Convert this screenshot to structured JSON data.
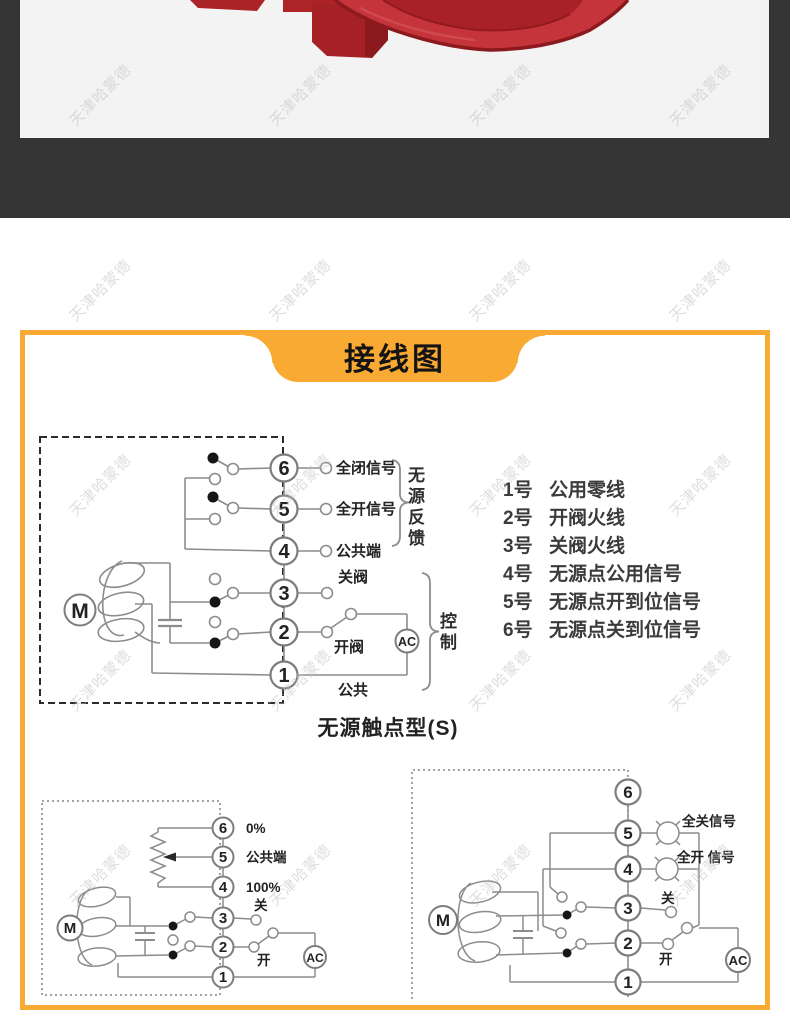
{
  "watermark": {
    "text": "天津哈蒙德"
  },
  "colors": {
    "accent_orange": "#F9AA33",
    "dark_band": "#353535",
    "valve_red": "#c0272d"
  },
  "banner": {
    "title": "接线图"
  },
  "legend": {
    "items": [
      {
        "num": "1号",
        "desc": "公用零线"
      },
      {
        "num": "2号",
        "desc": "开阀火线"
      },
      {
        "num": "3号",
        "desc": "关阀火线"
      },
      {
        "num": "4号",
        "desc": "无源点公用信号"
      },
      {
        "num": "5号",
        "desc": "无源点开到位信号"
      },
      {
        "num": "6号",
        "desc": "无源点关到位信号"
      }
    ]
  },
  "diagram1": {
    "caption": "无源触点型(S)",
    "motor": "M",
    "ac": "AC",
    "terminals": [
      "6",
      "5",
      "4",
      "3",
      "2",
      "1"
    ],
    "labels": {
      "t6": "全闭信号",
      "t5": "全开信号",
      "t4": "公共端",
      "t3": "关阀",
      "t2": "开阀",
      "t1": "公共"
    },
    "bracket_feedback": "无源反馈",
    "bracket_control": "控制"
  },
  "diagram2": {
    "motor": "M",
    "ac": "AC",
    "terminals": [
      "6",
      "5",
      "4",
      "3",
      "2",
      "1"
    ],
    "labels": {
      "t6": "0%",
      "t5": "公共端",
      "t4": "100%",
      "t3": "关",
      "t2": "开"
    }
  },
  "diagram3": {
    "motor": "M",
    "ac": "AC",
    "terminals": [
      "6",
      "5",
      "4",
      "3",
      "2",
      "1"
    ],
    "labels": {
      "t5": "全关信号",
      "t4": "全开 信号",
      "t3": "关",
      "t2": "开"
    }
  }
}
